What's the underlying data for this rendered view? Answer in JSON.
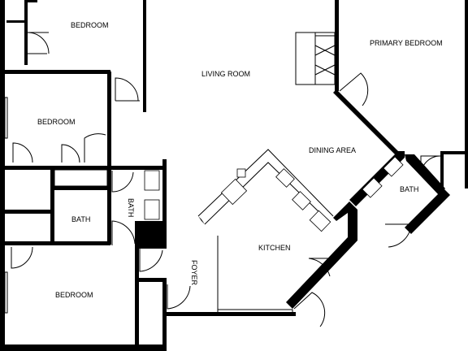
{
  "floorplan": {
    "rooms": {
      "bedroom_top": "BEDROOM",
      "bedroom_mid": "BEDROOM",
      "bedroom_bottom": "BEDROOM",
      "living_room": "LIVING ROOM",
      "primary_bedroom": "PRIMARY BEDROOM",
      "dining_area": "DINING AREA",
      "bath_small": "BATH",
      "bath_left": "BATH",
      "bath_vertical": "BATH",
      "kitchen": "KITCHEN",
      "foyer": "FOYER"
    }
  }
}
